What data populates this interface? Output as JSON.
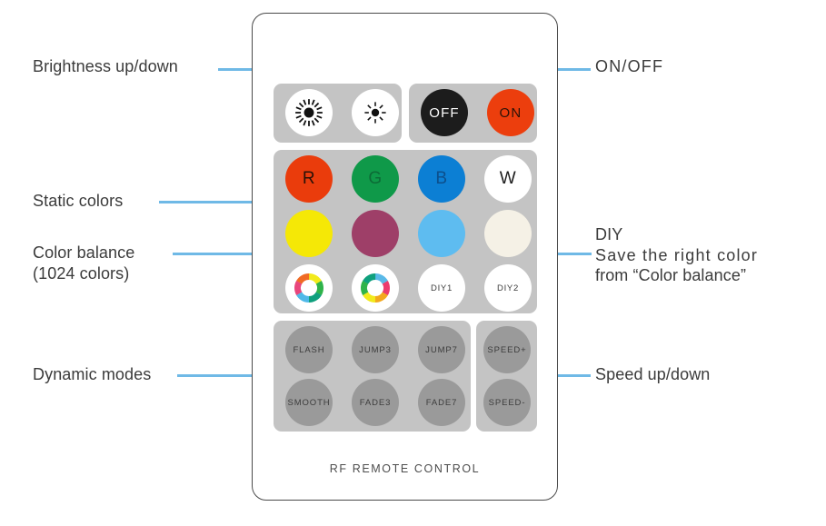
{
  "device": {
    "footer_text": "RF REMOTE CONTROL",
    "body_color": "#ffffff",
    "panel_color": "#c4c4c4",
    "callout_color": "#6fb9e6"
  },
  "annotations": [
    {
      "id": "brightness",
      "text": "Brightness up/down",
      "side": "left"
    },
    {
      "id": "static-colors",
      "text": "Static colors",
      "side": "left"
    },
    {
      "id": "color-balance",
      "text": "Color balance",
      "text2": "(1024 colors)",
      "side": "left"
    },
    {
      "id": "dynamic-modes",
      "text": "Dynamic modes",
      "side": "left"
    },
    {
      "id": "on-off",
      "text": "ON/OFF",
      "side": "right"
    },
    {
      "id": "diy",
      "text": "DIY",
      "text2": "Save the right color",
      "text3": "from “Color balance”",
      "side": "right"
    },
    {
      "id": "speed",
      "text": "Speed up/down",
      "side": "right"
    }
  ],
  "groups": {
    "brightness": {
      "buttons": [
        {
          "name": "brightness-up-button",
          "icon": "sun-bright-icon",
          "label": "",
          "fill": "#ffffff"
        },
        {
          "name": "brightness-down-button",
          "icon": "sun-dim-icon",
          "label": "",
          "fill": "#ffffff"
        }
      ]
    },
    "power": {
      "buttons": [
        {
          "name": "off-button",
          "label": "OFF",
          "fill": "#1c1c1c",
          "text_color": "#ffffff"
        },
        {
          "name": "on-button",
          "label": "ON",
          "fill": "#ec3e0d",
          "text_color": "#2b1208"
        }
      ]
    },
    "colors": {
      "row1": [
        {
          "name": "color-red-button",
          "label": "R",
          "fill": "#ea3c0c",
          "text_color": "#2a1208"
        },
        {
          "name": "color-green-button",
          "label": "G",
          "fill": "#0f9949",
          "text_color": "#0c3a20"
        },
        {
          "name": "color-blue-button",
          "label": "B",
          "fill": "#0c7fd4",
          "text_color": "#0d3356"
        },
        {
          "name": "color-white-button",
          "label": "W",
          "fill": "#ffffff",
          "text_color": "#1d1d1d"
        }
      ],
      "row2": [
        {
          "name": "color-yellow-button",
          "label": "",
          "fill": "#f5e806"
        },
        {
          "name": "color-magenta-button",
          "label": "",
          "fill": "#9e3f68"
        },
        {
          "name": "color-lightblue-button",
          "label": "",
          "fill": "#5ebcf0"
        },
        {
          "name": "color-cream-button",
          "label": "",
          "fill": "#f5f1e6"
        }
      ],
      "row3": [
        {
          "name": "color-balance-1-button",
          "label": "",
          "icon": "color-wheel-icon",
          "fill": "#ffffff"
        },
        {
          "name": "color-balance-2-button",
          "label": "",
          "icon": "color-wheel-icon",
          "fill": "#ffffff"
        },
        {
          "name": "diy1-button",
          "label": "DIY1",
          "fill": "#ffffff",
          "text_color": "#3c3c3c"
        },
        {
          "name": "diy2-button",
          "label": "DIY2",
          "fill": "#ffffff",
          "text_color": "#3c3c3c"
        }
      ]
    },
    "modes": {
      "row1": [
        {
          "name": "flash-button",
          "label": "FLASH",
          "fill": "#9a9a9a"
        },
        {
          "name": "jump3-button",
          "label": "JUMP3",
          "fill": "#9a9a9a"
        },
        {
          "name": "jump7-button",
          "label": "JUMP7",
          "fill": "#9a9a9a"
        }
      ],
      "row2": [
        {
          "name": "smooth-button",
          "label": "SMOOTH",
          "fill": "#9a9a9a"
        },
        {
          "name": "fade3-button",
          "label": "FADE3",
          "fill": "#9a9a9a"
        },
        {
          "name": "fade7-button",
          "label": "FADE7",
          "fill": "#9a9a9a"
        }
      ]
    },
    "speed": {
      "buttons": [
        {
          "name": "speed-up-button",
          "label": "SPEED+",
          "fill": "#9a9a9a"
        },
        {
          "name": "speed-down-button",
          "label": "SPEED-",
          "fill": "#9a9a9a"
        }
      ]
    }
  },
  "wheel_colors_1": [
    "#f2ea1c",
    "#2fb34a",
    "#0fa07d",
    "#4fb9e8",
    "#e8467c",
    "#f06a24"
  ],
  "wheel_colors_2": [
    "#5ab9e8",
    "#ec3b6e",
    "#f3a81d",
    "#f2ea1c",
    "#2fb34a",
    "#0fa07d"
  ]
}
